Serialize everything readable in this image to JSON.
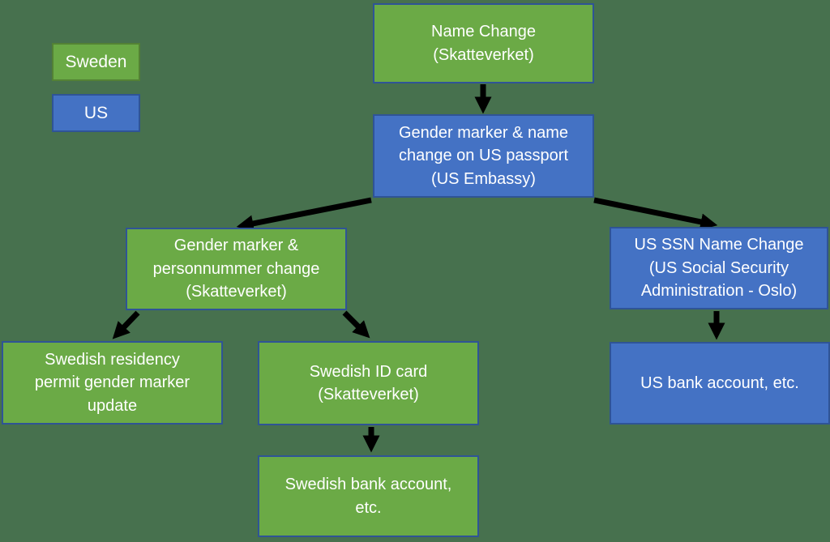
{
  "colors": {
    "background": "#47714E",
    "sweden_fill": "#6BAA46",
    "us_fill": "#4472C4",
    "node_border": "#2F5496",
    "sweden_legend_border": "#538135",
    "arrow": "#000000",
    "text": "#FFFFFF"
  },
  "legend": {
    "sweden_label": "Sweden",
    "us_label": "US"
  },
  "nodes": {
    "name_change": {
      "text": "Name Change\n(Skatteverket)",
      "country": "Sweden"
    },
    "us_passport": {
      "text": "Gender marker & name\nchange on US passport\n(US Embassy)",
      "country": "US"
    },
    "personnummer": {
      "text": "Gender marker &\npersonnummer change\n(Skatteverket)",
      "country": "Sweden"
    },
    "us_ssn": {
      "text": "US SSN Name Change\n(US Social Security\nAdministration - Oslo)",
      "country": "US"
    },
    "residency_permit": {
      "text": "Swedish residency\npermit gender marker\nupdate",
      "country": "Sweden"
    },
    "swedish_id": {
      "text": "Swedish ID card\n(Skatteverket)",
      "country": "Sweden"
    },
    "swedish_bank": {
      "text": "Swedish bank account,\netc.",
      "country": "Sweden"
    },
    "us_bank": {
      "text": "US bank account, etc.",
      "country": "US"
    }
  },
  "edges": [
    {
      "from": "name_change",
      "to": "us_passport"
    },
    {
      "from": "us_passport",
      "to": "personnummer"
    },
    {
      "from": "us_passport",
      "to": "us_ssn"
    },
    {
      "from": "personnummer",
      "to": "residency_permit"
    },
    {
      "from": "personnummer",
      "to": "swedish_id"
    },
    {
      "from": "swedish_id",
      "to": "swedish_bank"
    },
    {
      "from": "us_ssn",
      "to": "us_bank"
    }
  ]
}
